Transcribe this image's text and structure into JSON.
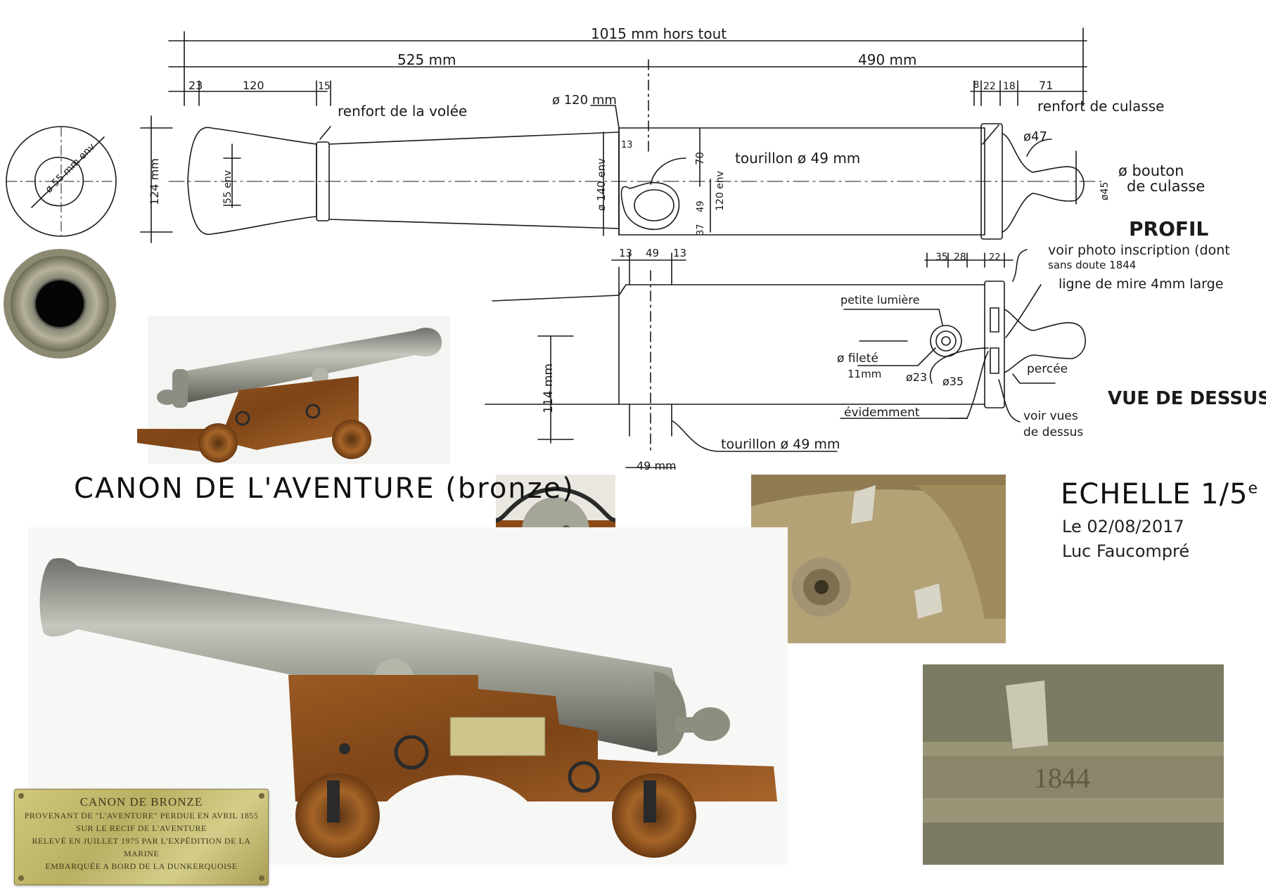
{
  "dimensions": {
    "overall": "1015 mm hors tout",
    "front": "525 mm",
    "rear": "490 mm",
    "muzzle_23": "23",
    "muzzle_120": "120",
    "muzzle_15": "15",
    "rear_8": "8",
    "rear_22": "22",
    "rear_18": "18",
    "rear_71": "71",
    "trunnion_diam": "ø 120 mm",
    "height_124": "124 mm",
    "bore_55": "55 env",
    "breech_140": "ø 140 env",
    "trunnion_13": "13",
    "d70": "70",
    "d49v": "49",
    "d120env": "120 env",
    "d37": "37",
    "d47": "ø47",
    "d45": "ø45",
    "under_13a": "13",
    "under_49": "49",
    "under_13b": "13",
    "top_35": "35",
    "top_28": "28",
    "top_22": "22",
    "d114": "114 mm",
    "d49mm": "49 mm",
    "muzzle_circle": "ø 55 mm env"
  },
  "labels": {
    "renfort_volee": "renfort de la volée",
    "renfort_culasse": "renfort de culasse",
    "tourillon_profil": "tourillon ø 49 mm",
    "bouton_1": "ø bouton",
    "bouton_2": "de culasse",
    "profil": "PROFIL",
    "voir_photo_1": "voir photo inscription (dont",
    "voir_photo_2": "sans doute 1844",
    "ligne_mire": "ligne de mire 4mm large",
    "petite_lumiere": "petite lumière",
    "filete_1": "ø fileté",
    "filete_2": "11mm",
    "d23": "ø23",
    "d35": "ø35",
    "percee": "percée",
    "vue_dessus": "VUE DE DESSUS",
    "evidemment": "évidemment",
    "voir_vues_1": "voir vues",
    "voir_vues_2": "de dessus",
    "tourillon_dessus": "tourillon ø 49 mm"
  },
  "title": "CANON DE L'AVENTURE (bronze)",
  "scale": {
    "text": "ECHELLE 1/5",
    "sup": "e"
  },
  "date": "Le 02/08/2017",
  "author": "Luc Faucompré",
  "plaque": {
    "title": "CANON DE BRONZE",
    "lines": [
      "PROVENANT DE \"L'AVENTURE\" PERDUE EN AVRIL 1855",
      "SUR LE RECIF DE L'AVENTURE",
      "RELEVÉ EN JUILLET 1975 PAR L'EXPÉDITION DE LA MARINE",
      "EMBARQUÉE A BORD DE LA DUNKERQUOISE"
    ]
  },
  "colors": {
    "ink": "#1a1a1a",
    "bronze": "#9a9a8a",
    "wood": "#8a4f1e",
    "brass": "#c8c07a"
  },
  "icons": {
    "cannon_small": "cannon-photo-small",
    "cannon_large": "cannon-photo-large"
  }
}
